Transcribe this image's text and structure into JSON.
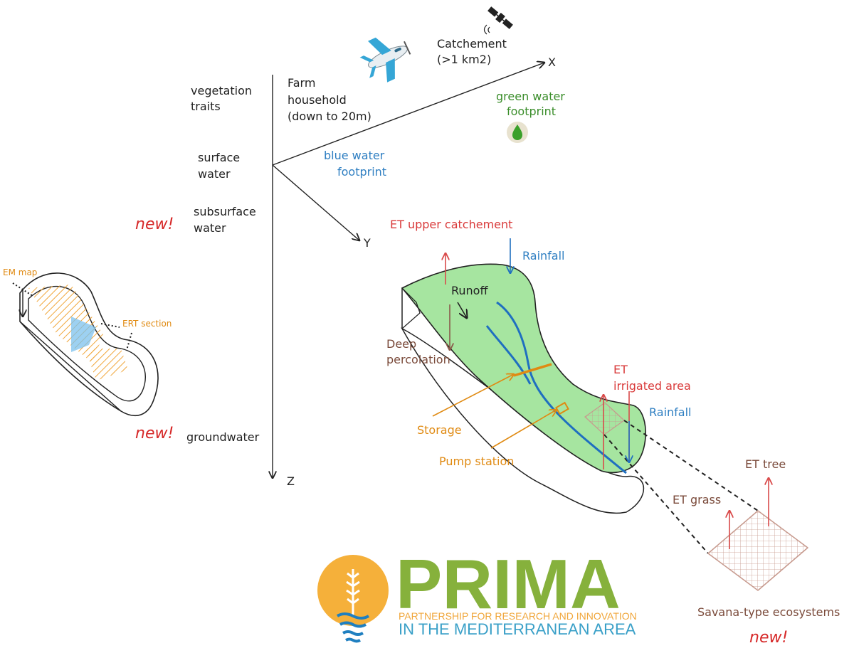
{
  "axes": {
    "x": "X",
    "y": "Y",
    "z": "Z"
  },
  "scales": {
    "catchment_line1": "Catchement",
    "catchment_line2": "(>1 km2)",
    "farm_line1": "Farm",
    "farm_line2": "household",
    "farm_line3": "(down to 20m)"
  },
  "layers": {
    "vegetation_line1": "vegetation",
    "vegetation_line2": "traits",
    "surface_line1": "surface",
    "surface_line2": "water",
    "subsurface_line1": "subsurface",
    "subsurface_line2": "water",
    "groundwater": "groundwater"
  },
  "footprints": {
    "blue_line1": "blue water",
    "blue_line2": "footprint",
    "green_line1": "green water",
    "green_line2": "footprint"
  },
  "new_tags": {
    "tag1": "new!",
    "tag2": "new!",
    "tag3": "new!"
  },
  "geophysics": {
    "em_map": "EM map",
    "ert_section": "ERT section"
  },
  "catchment_diagram": {
    "et_upper": "ET upper catchement",
    "rainfall_top": "Rainfall",
    "runoff": "Runoff",
    "deep_perc_line1": "Deep",
    "deep_perc_line2": "percolation",
    "et_irrigated_line1": "ET",
    "et_irrigated_line2": "irrigated area",
    "rainfall_right": "Rainfall",
    "storage": "Storage",
    "pump_station": "Pump station"
  },
  "savanna": {
    "et_tree": "ET tree",
    "et_grass": "ET grass",
    "label": "Savana-type ecosystems"
  },
  "logo": {
    "name": "PRIMA",
    "subtitle1": "PARTNERSHIP FOR RESEARCH AND INNOVATION",
    "subtitle2": "IN THE MEDITERRANEAN AREA"
  },
  "colors": {
    "green_fill": "#a6e5a0",
    "blue_stream": "#1f6fc0",
    "red_arrow": "#d94a4a",
    "orange": "#e08a12",
    "brown": "#8a5a4a"
  },
  "icons": [
    "satellite-icon",
    "airplane-icon",
    "water-drop-icon",
    "prima-sun-logo"
  ]
}
